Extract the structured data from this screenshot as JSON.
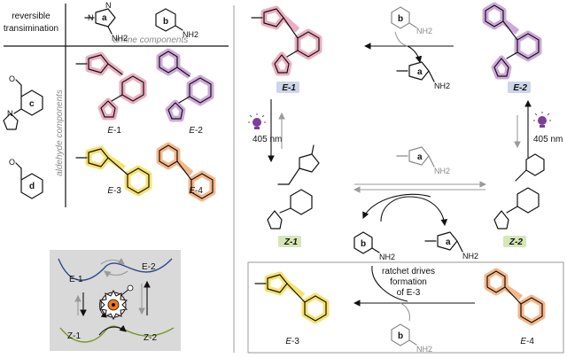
{
  "table": {
    "corner_line1": "reversible",
    "corner_line2": "transimination",
    "amine_components_label": "amine components",
    "aldehyde_components_label": "aldehyde components",
    "amine_a_letter": "a",
    "amine_b_letter": "b",
    "aldehyde_c_letter": "c",
    "aldehyde_d_letter": "d",
    "nh2": "NH2",
    "atom_N": "N",
    "atom_O": "O",
    "products": [
      {
        "prefix": "E",
        "num": "-1",
        "color": "#e8a0b6"
      },
      {
        "prefix": "E",
        "num": "-2",
        "color": "#c69bd4"
      },
      {
        "prefix": "E",
        "num": "-3",
        "color": "#f7df5e"
      },
      {
        "prefix": "E",
        "num": "-4",
        "color": "#f4b07d"
      }
    ]
  },
  "energy": {
    "E1": "E-1",
    "E2": "E-2",
    "Z1": "Z-1",
    "Z2": "Z-2",
    "upper_color": "#2e4a8a",
    "lower_color": "#7a9a2a"
  },
  "scheme": {
    "E1": {
      "prefix": "E",
      "num": "-1",
      "highlight": "#cdd6ea"
    },
    "E2": {
      "prefix": "E",
      "num": "-2",
      "highlight": "#cdd6ea"
    },
    "Z1": {
      "prefix": "Z",
      "num": "-1",
      "highlight": "#d6e6b8"
    },
    "Z2": {
      "prefix": "Z",
      "num": "-2",
      "highlight": "#d6e6b8"
    },
    "E3": {
      "prefix": "E",
      "num": "-3"
    },
    "E4": {
      "prefix": "E",
      "num": "-4"
    },
    "light_left": "405 nm",
    "light_right": "405 nm",
    "ratchet_line1": "ratchet drives",
    "ratchet_line2": "formation",
    "ratchet_line3": "of E-3"
  }
}
